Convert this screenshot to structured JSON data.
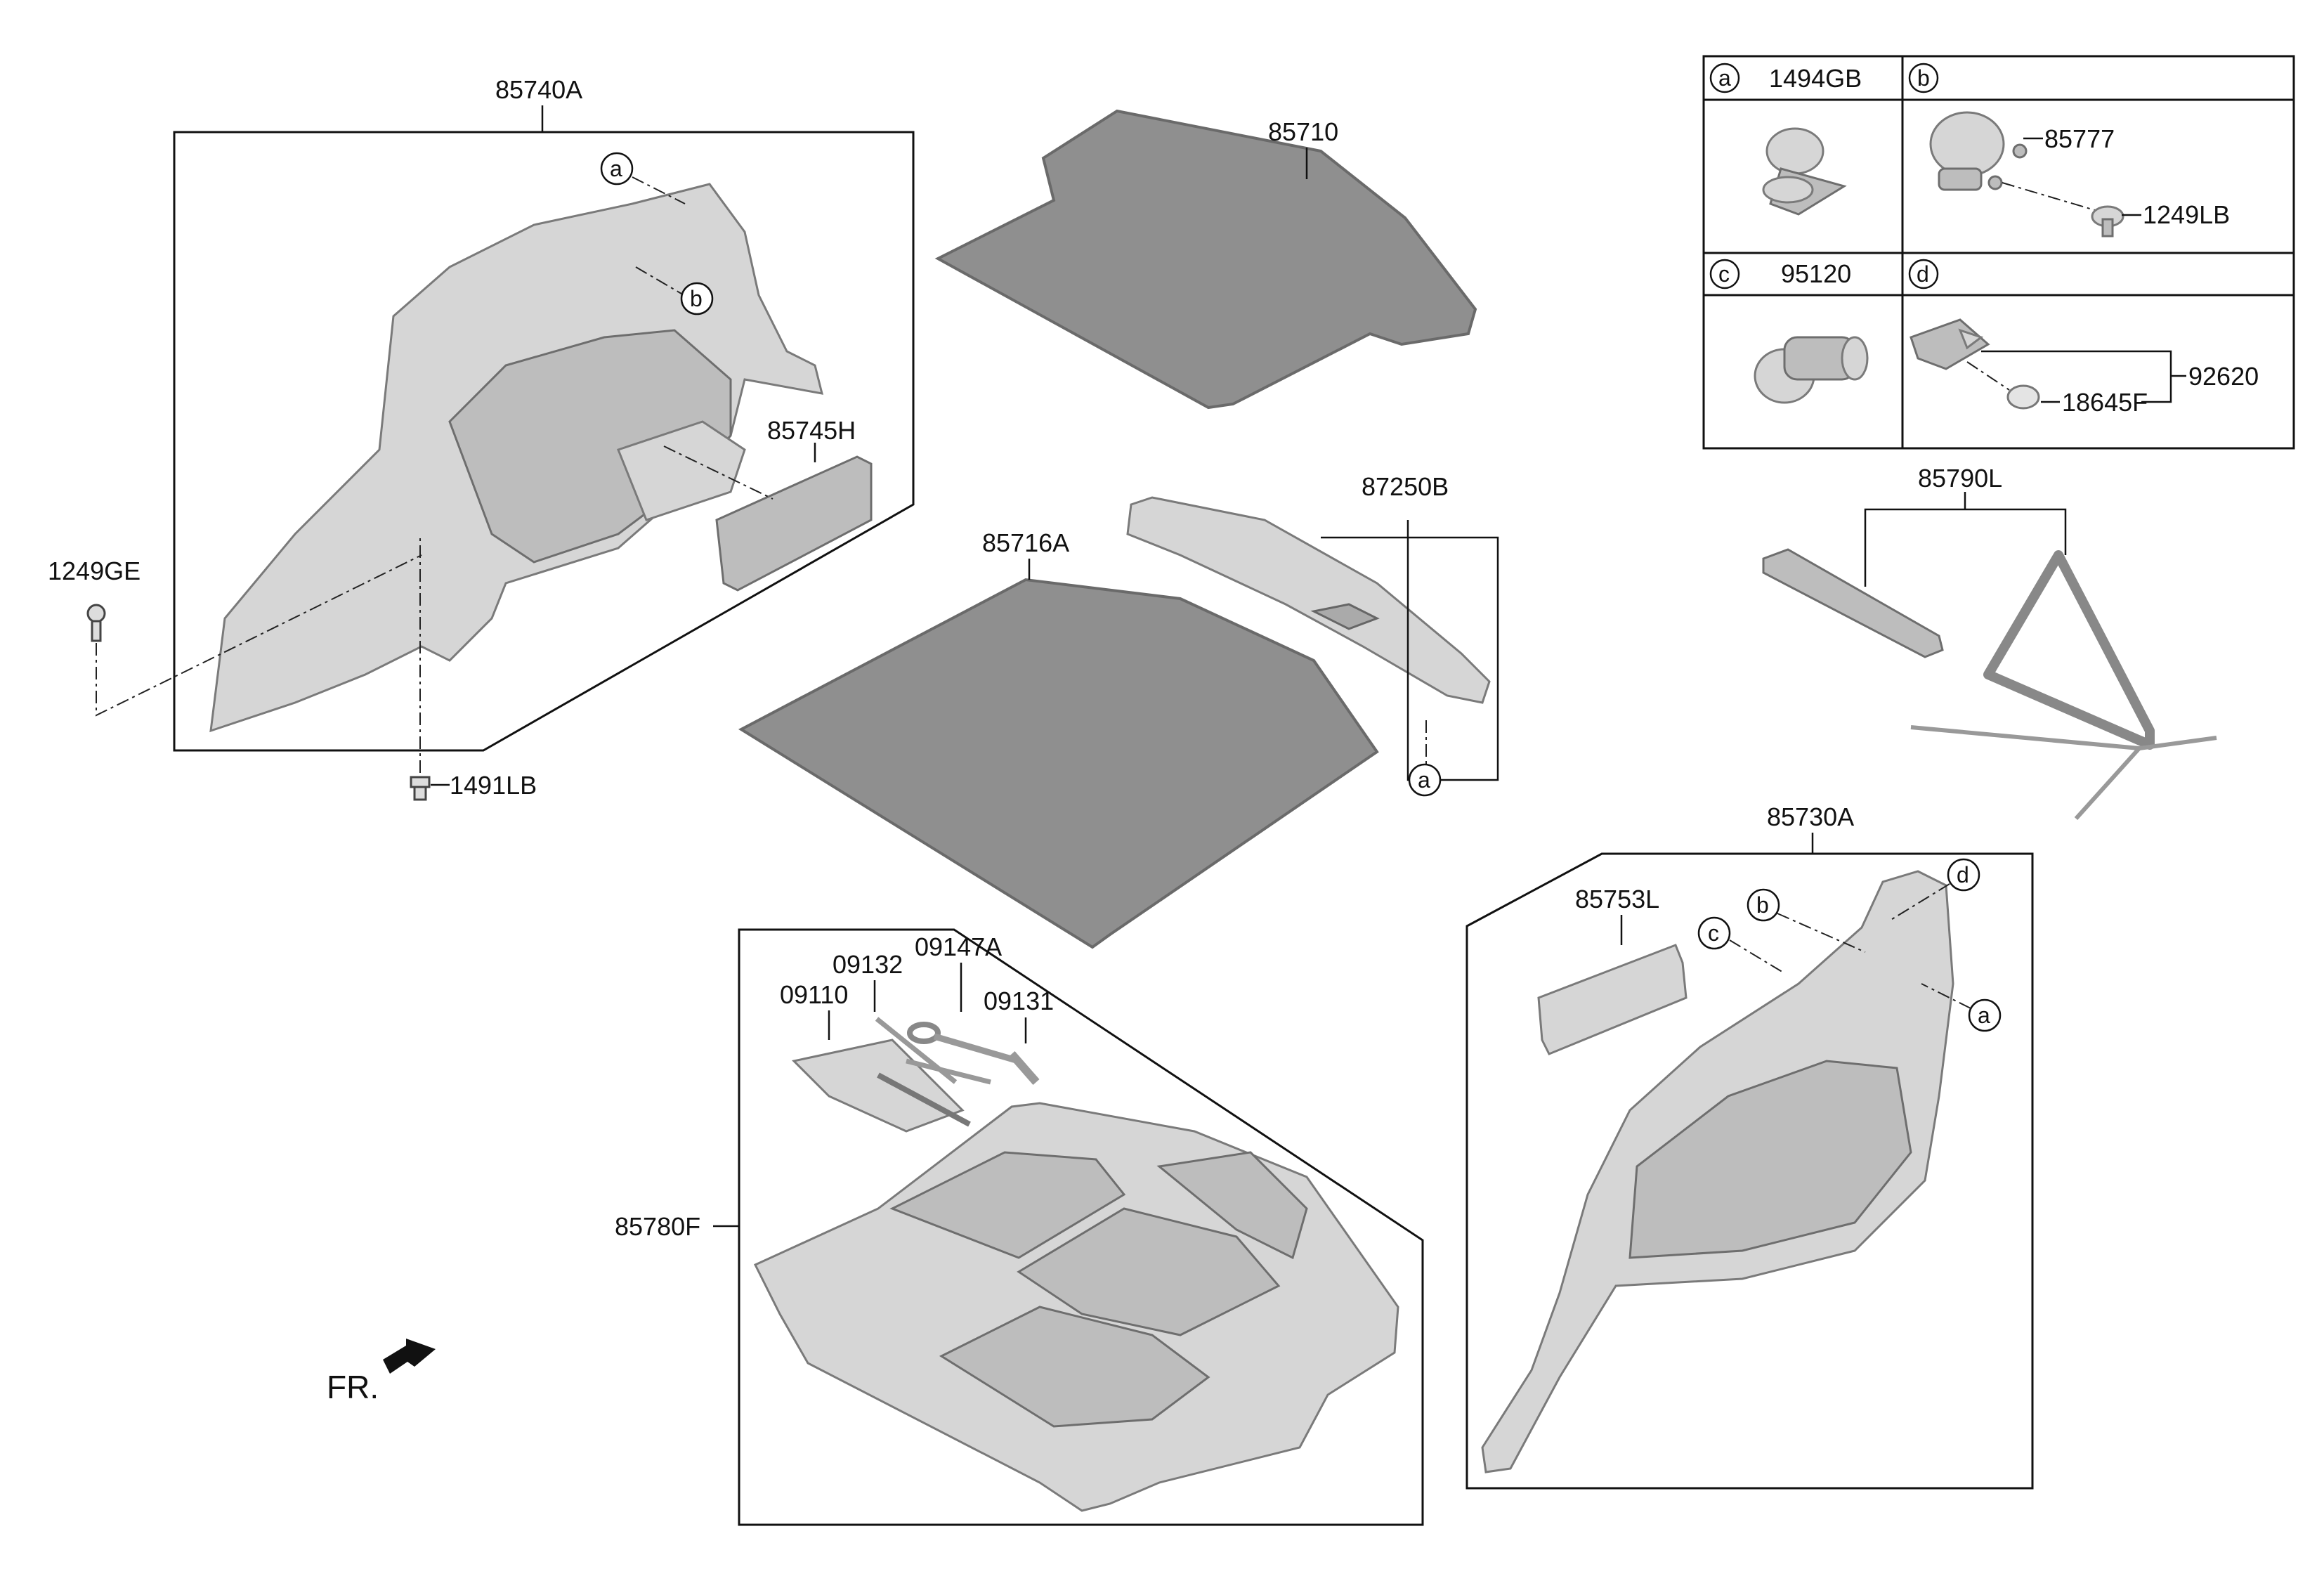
{
  "parts": {
    "p85740A": "85740A",
    "p85710": "85710",
    "p85745H": "85745H",
    "p1249GE": "1249GE",
    "p1491LB": "1491LB",
    "p85716A": "85716A",
    "p87250B": "87250B",
    "p85790L": "85790L",
    "p85730A": "85730A",
    "p85753L": "85753L",
    "p85780F": "85780F",
    "p09110": "09110",
    "p09132": "09132",
    "p09147A": "09147A",
    "p09131": "09131",
    "p1494GB": "1494GB",
    "p85777": "85777",
    "p1249LB": "1249LB",
    "p95120": "95120",
    "p92620": "92620",
    "p18645F": "18645F"
  },
  "callouts": {
    "a": "a",
    "b": "b",
    "c": "c",
    "d": "d"
  },
  "front_label": "FR."
}
